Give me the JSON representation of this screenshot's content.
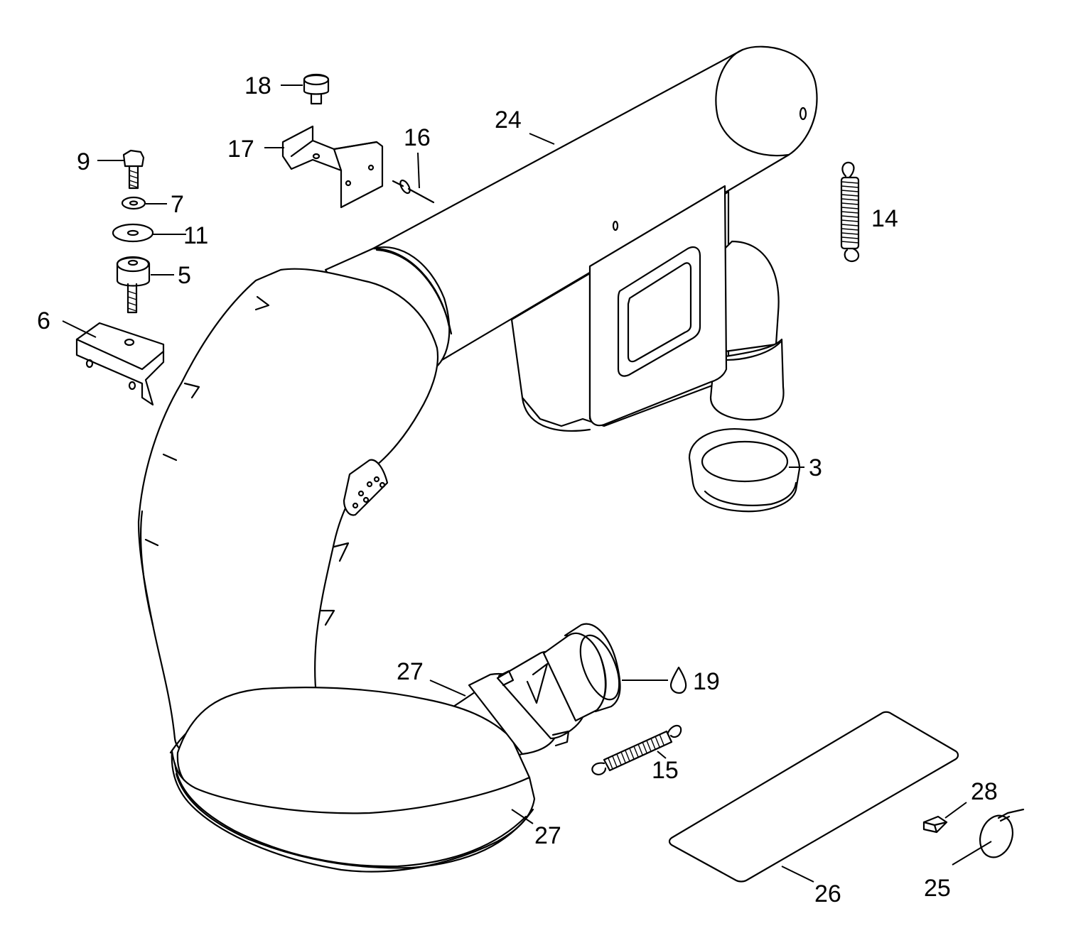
{
  "callouts": {
    "c3": "3",
    "c5": "5",
    "c6": "6",
    "c7": "7",
    "c9": "9",
    "c11": "11",
    "c14": "14",
    "c15": "15",
    "c16": "16",
    "c17": "17",
    "c18": "18",
    "c19": "19",
    "c24": "24",
    "c25": "25",
    "c26": "26",
    "c27a": "27",
    "c27b": "27",
    "c28": "28"
  }
}
